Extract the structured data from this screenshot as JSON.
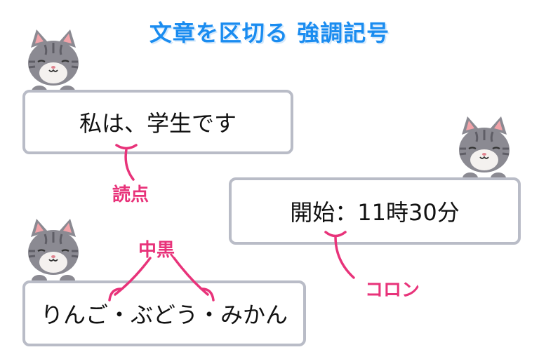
{
  "title": "文章を区切る 強調記号",
  "examples": [
    {
      "text": "私は、学生です",
      "label": "読点"
    },
    {
      "text": "開始：11時30分",
      "label": "コロン"
    },
    {
      "text": "りんご・ぶどう・みかん",
      "label": "中黒"
    }
  ],
  "colors": {
    "title": "#1a8cf0",
    "label": "#e8337a",
    "box_border": "#b9bcc7",
    "cat_fur": "#8b8a92",
    "cat_stripes": "#5f5e66",
    "cat_ears": "#f2a3a9"
  },
  "icons": [
    "cat-icon"
  ]
}
